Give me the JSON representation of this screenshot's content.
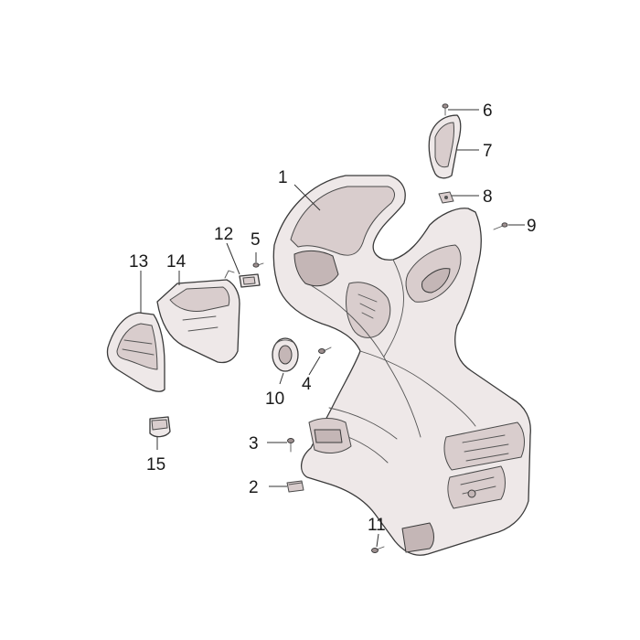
{
  "callouts": {
    "c1": "1",
    "c2": "2",
    "c3": "3",
    "c4": "4",
    "c5": "5",
    "c6": "6",
    "c7": "7",
    "c8": "8",
    "c9": "9",
    "c10": "10",
    "c11": "11",
    "c12": "12",
    "c13": "13",
    "c14": "14",
    "c15": "15"
  },
  "parts": {
    "p1": "leg-shield-back-plate-icon",
    "p2": "spring-clip-icon",
    "p3": "screw-icon",
    "p4": "screw-icon",
    "p5": "screw-icon",
    "p6": "screw-icon",
    "p7": "cover-flap-icon",
    "p8": "nut-clip-icon",
    "p9": "screw-icon",
    "p10": "ignition-ring-icon",
    "p11": "screw-icon",
    "p12": "latch-icon",
    "p13": "glove-box-door-icon",
    "p14": "glove-box-icon",
    "p15": "rubber-plug-icon"
  },
  "colors": {
    "line": "#3a3a3a",
    "part_fill": "#eee8e8",
    "part_shade": "#d9cdcd"
  }
}
